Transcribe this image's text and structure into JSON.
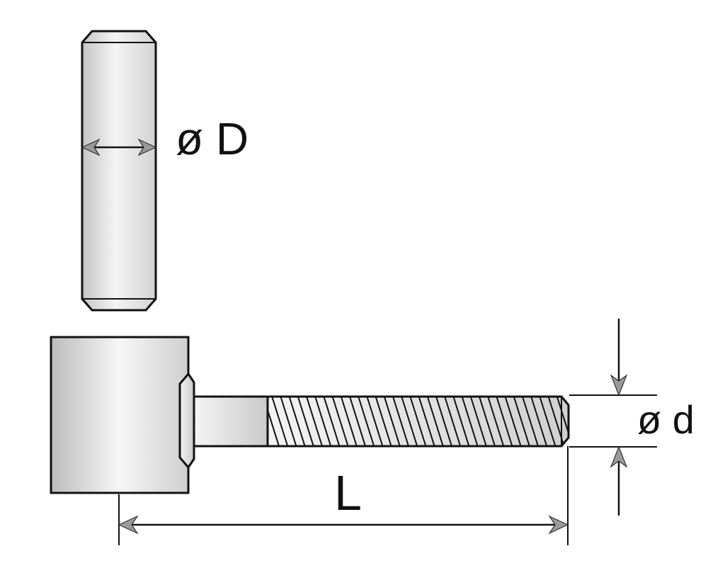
{
  "labels": {
    "pin_diameter": "ø D",
    "thread_diameter": "ø d",
    "length": "L"
  },
  "colors": {
    "stroke": "#111111",
    "metal_dark": "#bdbdbd",
    "metal_light": "#f7f7f7",
    "arrow_fill": "#9a9a9a",
    "background": "#ffffff"
  }
}
